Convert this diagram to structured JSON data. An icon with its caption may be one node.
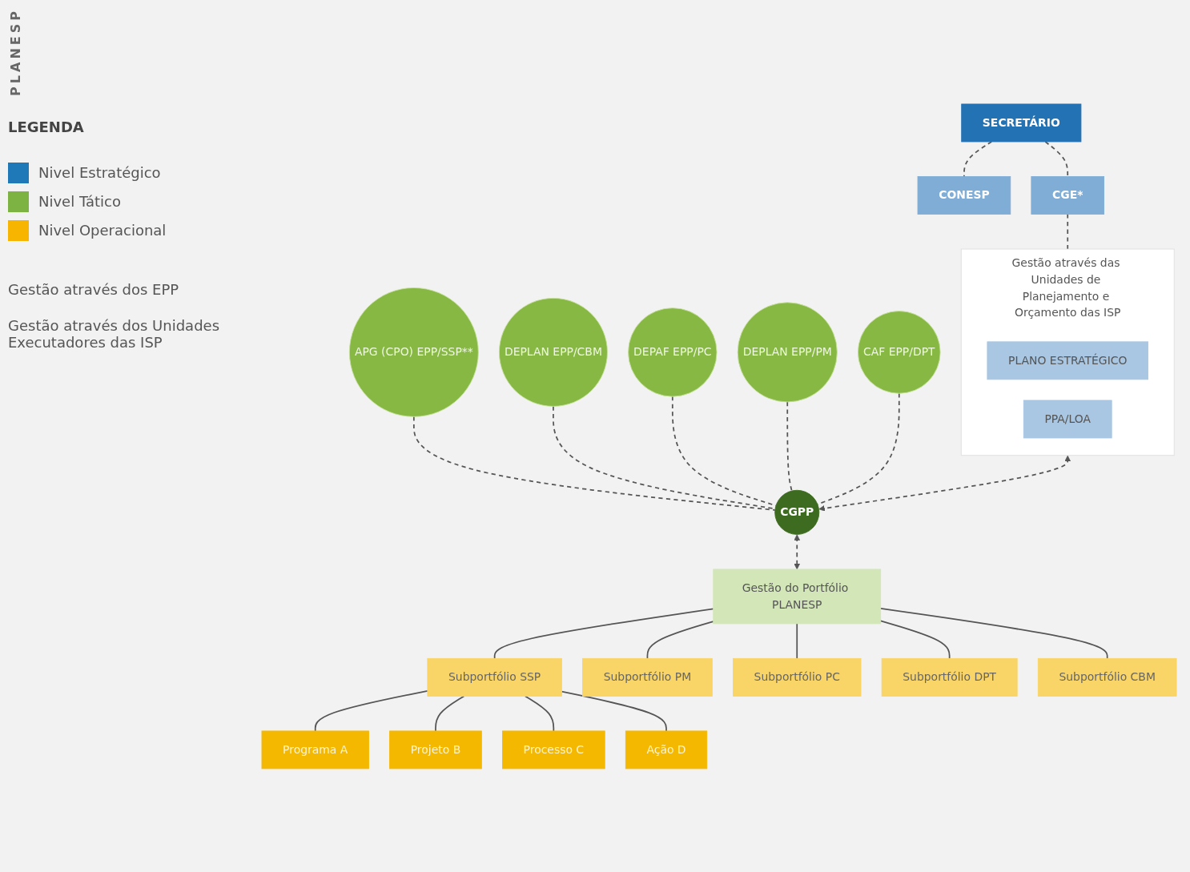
{
  "diagram": {
    "nodes": [
      {
        "text": [
          "SECRETÁRIO"
        ]
      },
      {
        "text": [
          "CONESP"
        ]
      },
      {
        "text": [
          "CGE*"
        ]
      },
      {
        "text": [
          "Gestão através das Unidades de Planejamento e Orçamento das ISP"
        ]
      },
      {
        "text": [
          "PLANO ESTRATÉGICO"
        ],
        "in": 3
      },
      {
        "text": [
          "PPA/LOA"
        ],
        "in": 3
      },
      {
        "text": [
          "APG (CPO) EPP/SSP**"
        ]
      },
      {
        "text": [
          "DEPLAN EPP/CBM"
        ]
      },
      {
        "text": [
          "DEPAF EPP/PC"
        ]
      },
      {
        "text": [
          "CGPP"
        ]
      },
      {
        "text": [
          "DEPLAN EPP/PM"
        ]
      },
      {
        "text": [
          "CAF EPP/DPT"
        ]
      },
      {
        "text": [
          "Gestão do Portfólio PLANESP"
        ]
      },
      {
        "text": [
          "Subportfólio SSP"
        ]
      },
      {
        "text": [
          "Subportfólio PM"
        ]
      },
      {
        "text": [
          "Subportfólio PC"
        ]
      },
      {
        "text": [
          "Subportfólio DPT"
        ]
      },
      {
        "text": [
          "Subportfólio CBM"
        ]
      },
      {
        "text": [
          "Programa A"
        ]
      },
      {
        "text": [
          "Projeto B"
        ]
      },
      {
        "text": [
          "Processo C"
        ]
      },
      {
        "text": [
          "Ação D"
        ]
      }
    ],
    "edges": [
      {
        "from": 0,
        "to": 1,
        "arrow": "none",
        "style": "dashed"
      },
      {
        "from": 0,
        "to": 2,
        "arrow": "none",
        "style": "dashed"
      },
      {
        "from": 2,
        "to": 3,
        "arrow": "none",
        "style": "dashed"
      },
      {
        "from": 3,
        "to": 9,
        "arrow": "both",
        "style": "dashed"
      },
      {
        "from": 6,
        "to": 9,
        "arrow": "none",
        "style": "dashed"
      },
      {
        "from": 7,
        "to": 9,
        "arrow": "none",
        "style": "dashed"
      },
      {
        "from": 8,
        "to": 9,
        "arrow": "none",
        "style": "dashed"
      },
      {
        "from": 10,
        "to": 9,
        "arrow": "none",
        "style": "dashed"
      },
      {
        "from": 11,
        "to": 9,
        "arrow": "none",
        "style": "dashed"
      },
      {
        "from": 9,
        "to": 12,
        "arrow": "both",
        "style": "dashed"
      },
      {
        "from": 12,
        "to": 13,
        "arrow": "none"
      },
      {
        "from": 12,
        "to": 14,
        "arrow": "none"
      },
      {
        "from": 12,
        "to": 15,
        "arrow": "none"
      },
      {
        "from": 12,
        "to": 16,
        "arrow": "none"
      },
      {
        "from": 12,
        "to": 17,
        "arrow": "none"
      },
      {
        "from": 13,
        "to": 18,
        "arrow": "none"
      },
      {
        "from": 13,
        "to": 19,
        "arrow": "none"
      },
      {
        "from": 13,
        "to": 20,
        "arrow": "none"
      },
      {
        "from": 13,
        "to": 21,
        "arrow": "none"
      }
    ],
    "labels": [
      "PLANESP",
      "LEGENDA",
      "Gestão através dos EPP",
      "Gestão através dos Unidades Executadores das ISP"
    ],
    "legend": [
      {
        "text": "Nivel Estratégico",
        "color": "#1f78b8"
      },
      {
        "text": "Nivel Tático",
        "color": "#7cb342"
      },
      {
        "text": "Nivel Operacional",
        "color": "#f7b500"
      }
    ]
  }
}
